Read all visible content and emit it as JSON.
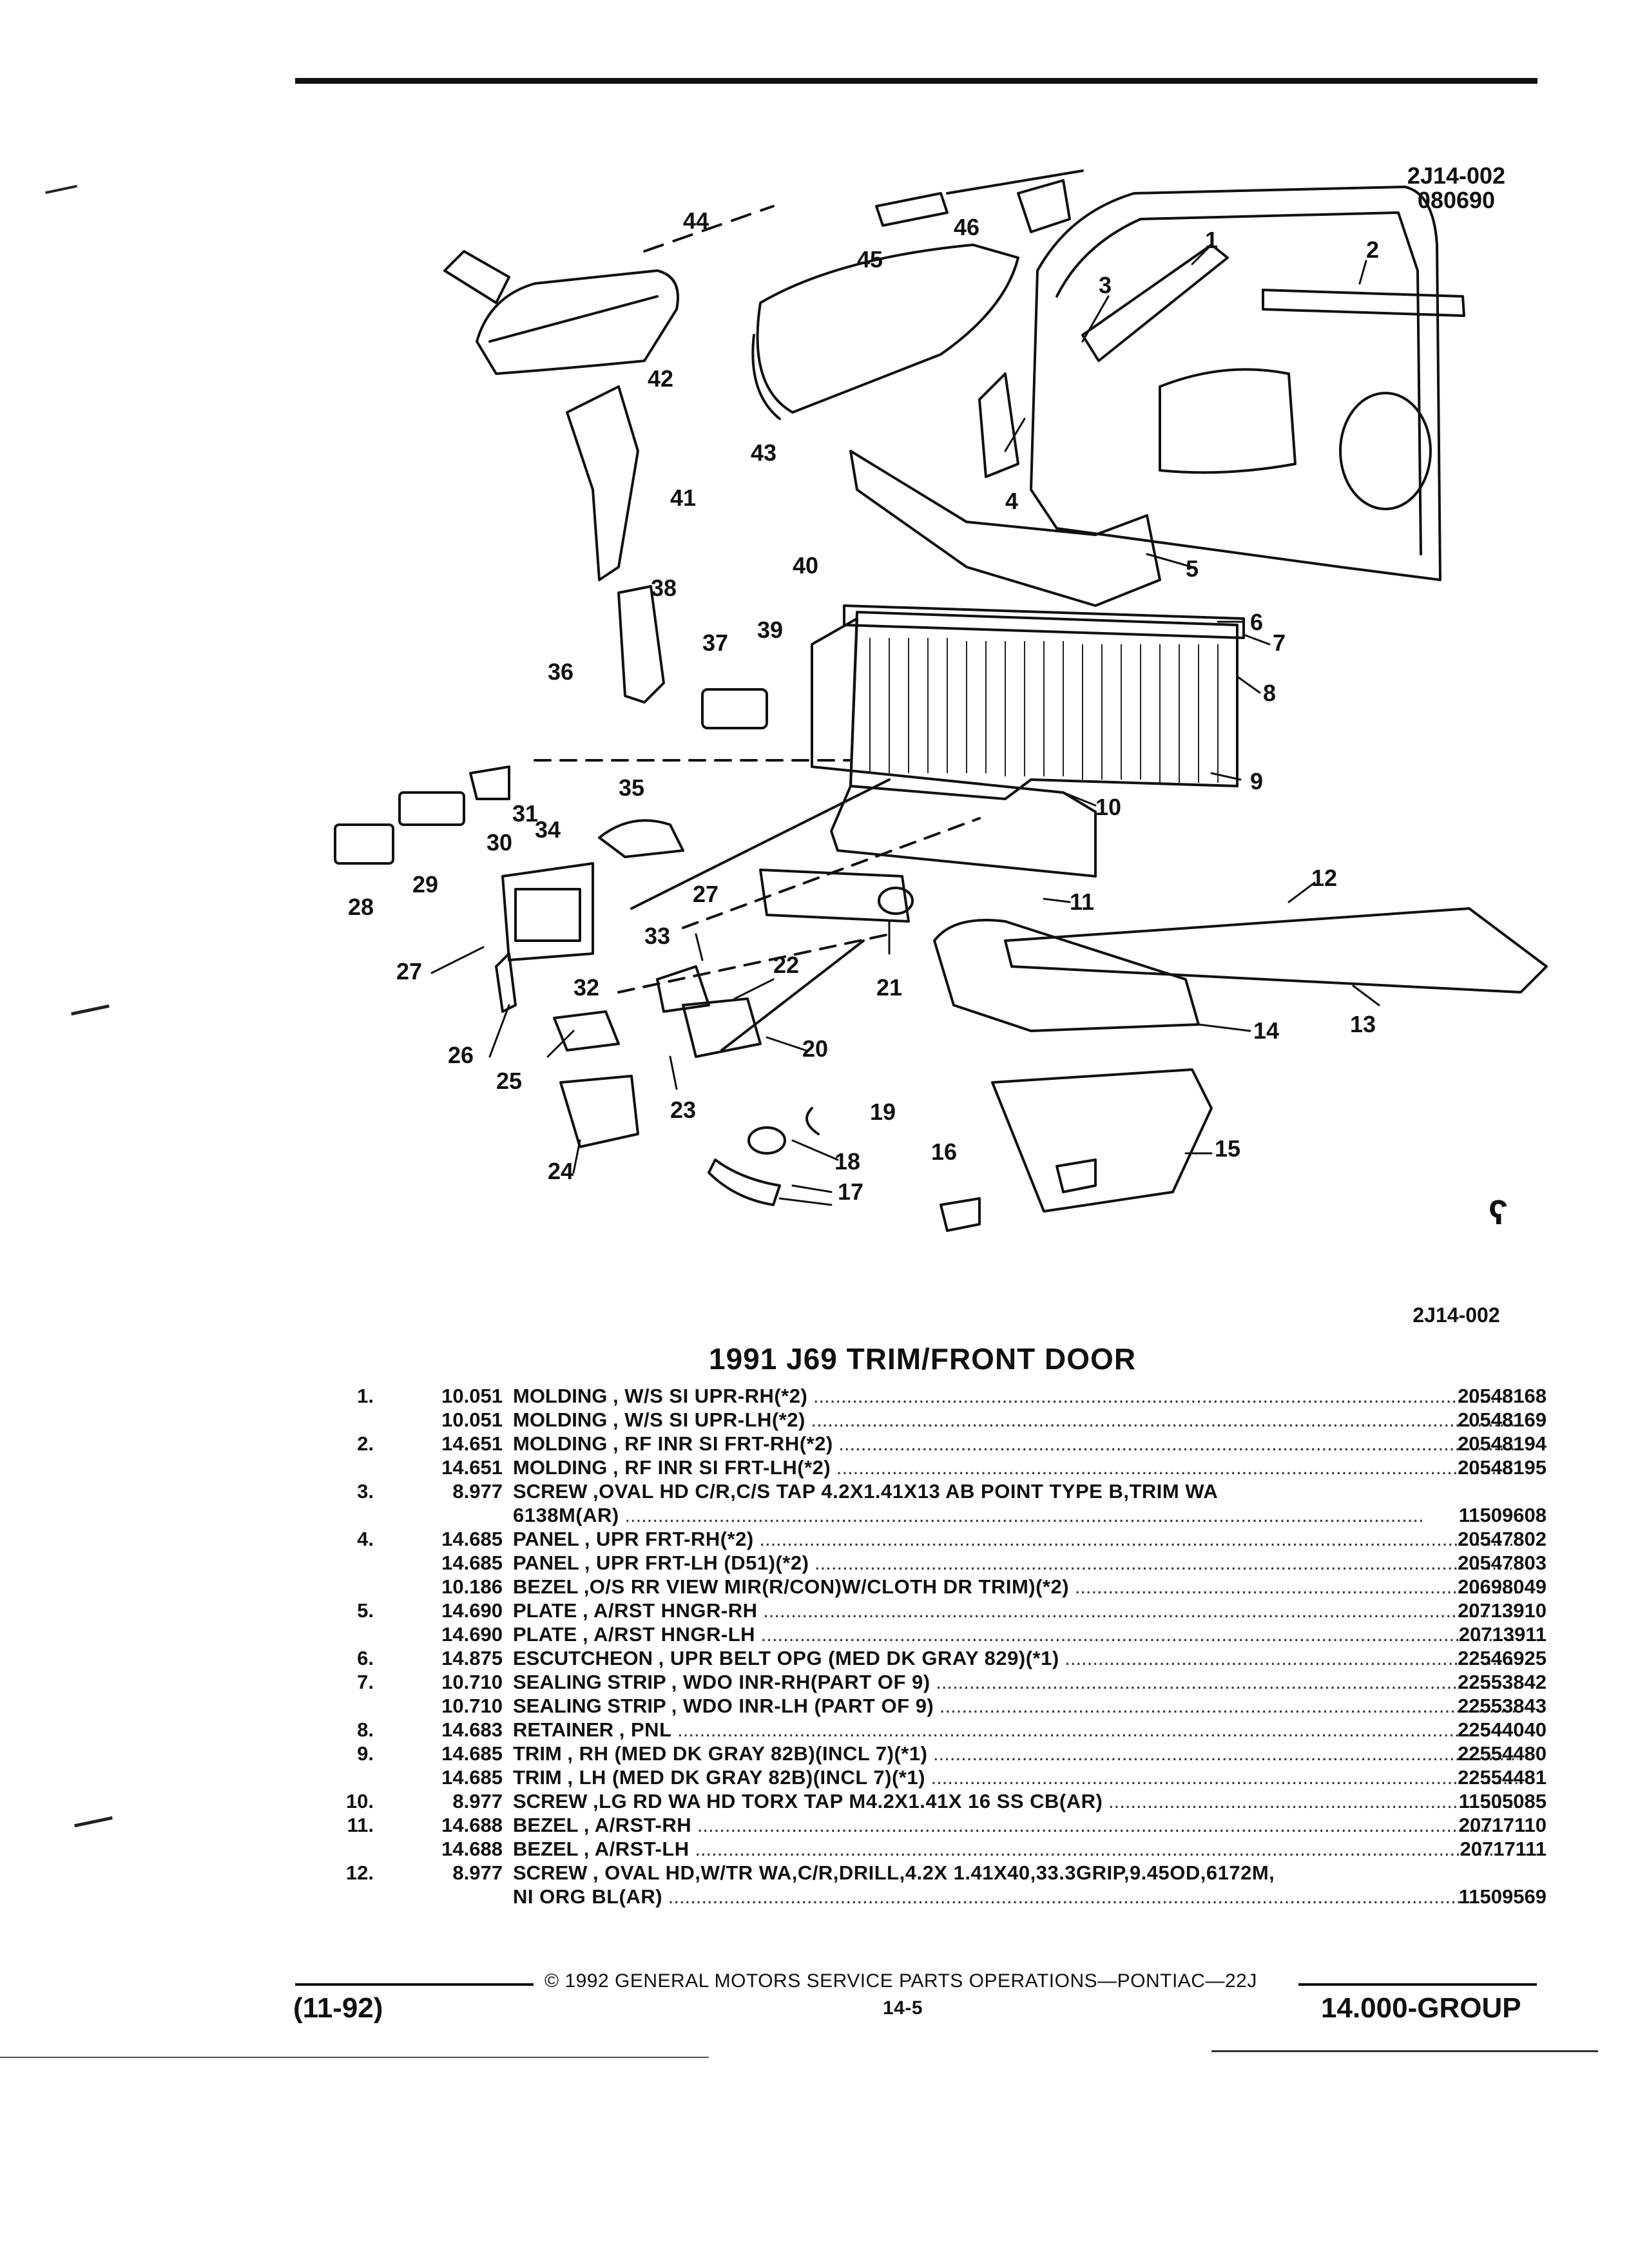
{
  "header": {
    "illustration_code": "2J14-002",
    "date_code": "080690"
  },
  "diagram": {
    "caption_code": "2J14-002",
    "callouts": [
      "1",
      "2",
      "3",
      "4",
      "5",
      "6",
      "7",
      "8",
      "9",
      "10",
      "11",
      "12",
      "13",
      "14",
      "15",
      "16",
      "17",
      "18",
      "19",
      "20",
      "21",
      "22",
      "23",
      "24",
      "25",
      "26",
      "27",
      "27",
      "28",
      "29",
      "30",
      "31",
      "32",
      "33",
      "34",
      "35",
      "36",
      "37",
      "38",
      "39",
      "40",
      "41",
      "42",
      "43",
      "44",
      "45",
      "46"
    ],
    "logo_text": "ʕ"
  },
  "page_title": "1991 J69 TRIM/FRONT DOOR",
  "parts": [
    {
      "num": "1.",
      "group": "10.051",
      "name": "MOLDING",
      "spec": ", W/S SI UPR-RH(*2)",
      "part": "20548168"
    },
    {
      "num": "",
      "group": "10.051",
      "name": "MOLDING",
      "spec": ", W/S SI UPR-LH(*2)",
      "part": "20548169"
    },
    {
      "num": "2.",
      "group": "14.651",
      "name": "MOLDING",
      "spec": ", RF INR SI FRT-RH(*2)",
      "part": "20548194"
    },
    {
      "num": "",
      "group": "14.651",
      "name": "MOLDING",
      "spec": ", RF INR SI FRT-LH(*2)",
      "part": "20548195"
    },
    {
      "num": "3.",
      "group": "8.977",
      "name": "SCREW",
      "spec": ",OVAL HD C/R,C/S TAP 4.2X1.41X13 AB POINT TYPE B,TRIM WA",
      "part": ""
    },
    {
      "num": "",
      "group": "",
      "name": "",
      "spec": "6138M(AR)",
      "part": "11509608"
    },
    {
      "num": "4.",
      "group": "14.685",
      "name": "PANEL",
      "spec": ", UPR FRT-RH(*2)",
      "part": "20547802"
    },
    {
      "num": "",
      "group": "14.685",
      "name": "PANEL",
      "spec": ", UPR FRT-LH (D51)(*2)",
      "part": "20547803"
    },
    {
      "num": "",
      "group": "10.186",
      "name": "BEZEL",
      "spec": ",O/S RR VIEW MIR(R/CON)W/CLOTH DR TRIM)(*2)",
      "part": "20698049"
    },
    {
      "num": "5.",
      "group": "14.690",
      "name": "PLATE",
      "spec": ", A/RST HNGR-RH",
      "part": "20713910"
    },
    {
      "num": "",
      "group": "14.690",
      "name": "PLATE",
      "spec": ", A/RST HNGR-LH",
      "part": "20713911"
    },
    {
      "num": "6.",
      "group": "14.875",
      "name": "ESCUTCHEON",
      "spec": ", UPR BELT OPG (MED DK GRAY 829)(*1)",
      "part": "22546925"
    },
    {
      "num": "7.",
      "group": "10.710",
      "name": "SEALING STRIP",
      "spec": ", WDO INR-RH(PART OF 9)",
      "part": "22553842"
    },
    {
      "num": "",
      "group": "10.710",
      "name": "SEALING STRIP",
      "spec": ", WDO INR-LH (PART OF 9)",
      "part": "22553843"
    },
    {
      "num": "8.",
      "group": "14.683",
      "name": "RETAINER",
      "spec": ", PNL",
      "part": "22544040"
    },
    {
      "num": "9.",
      "group": "14.685",
      "name": "TRIM",
      "spec": ", RH (MED DK GRAY 82B)(INCL 7)(*1)",
      "part": "22554480"
    },
    {
      "num": "",
      "group": "14.685",
      "name": "TRIM",
      "spec": ", LH (MED DK GRAY 82B)(INCL 7)(*1)",
      "part": "22554481"
    },
    {
      "num": "10.",
      "group": "8.977",
      "name": "SCREW",
      "spec": ",LG RD WA HD TORX TAP M4.2X1.41X 16 SS CB(AR)",
      "part": "11505085"
    },
    {
      "num": "11.",
      "group": "14.688",
      "name": "BEZEL",
      "spec": ", A/RST-RH",
      "part": "20717110"
    },
    {
      "num": "",
      "group": "14.688",
      "name": "BEZEL",
      "spec": ", A/RST-LH",
      "part": "20717111"
    },
    {
      "num": "12.",
      "group": "8.977",
      "name": "SCREW",
      "spec": ", OVAL HD,W/TR WA,C/R,DRILL,4.2X 1.41X40,33.3GRIP,9.45OD,6172M,",
      "part": ""
    },
    {
      "num": "",
      "group": "",
      "name": "",
      "spec": "NI ORG BL(AR)",
      "part": "11509569"
    }
  ],
  "footer": {
    "copyright": "© 1992 GENERAL MOTORS SERVICE PARTS OPERATIONS—PONTIAC—22J",
    "date": "(11-92)",
    "page_number": "14-5",
    "group": "14.000-GROUP"
  }
}
